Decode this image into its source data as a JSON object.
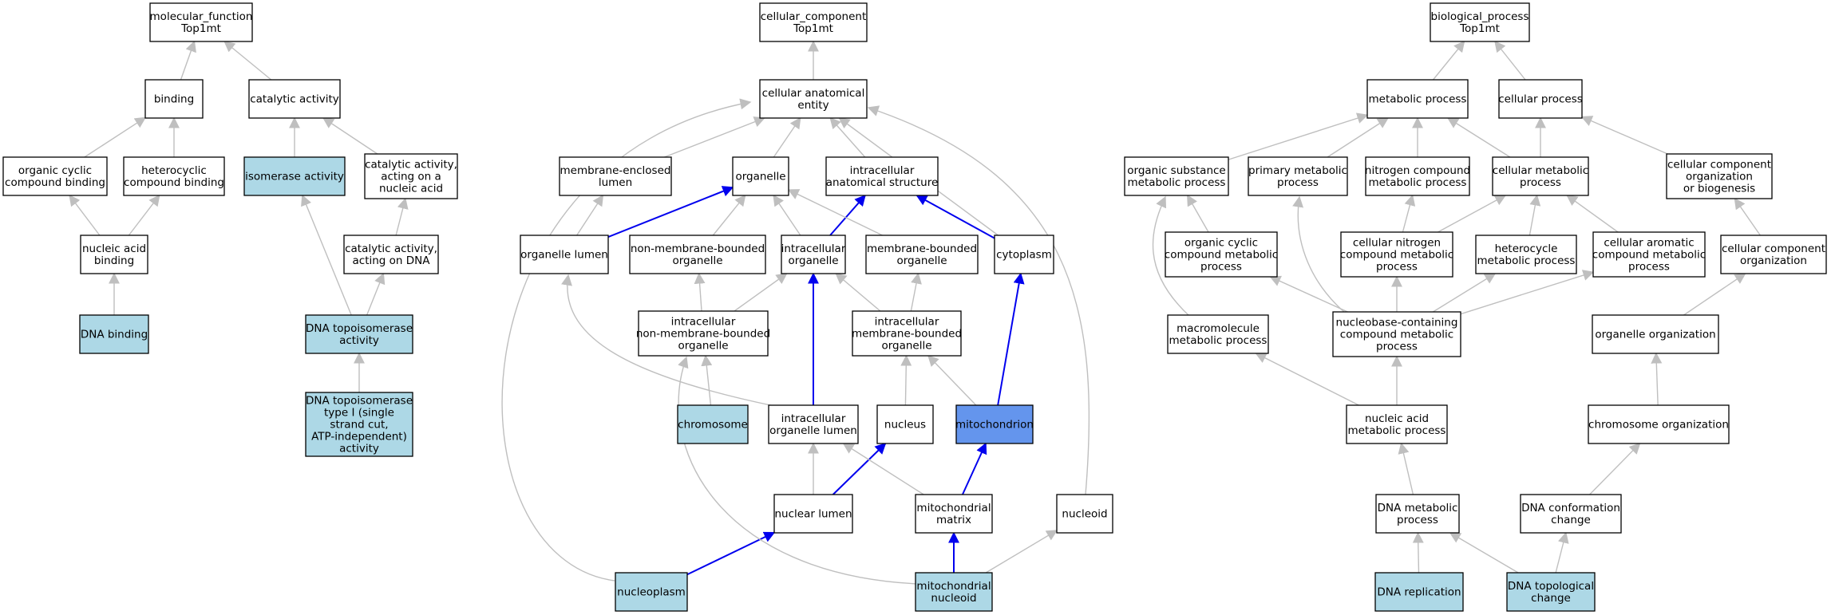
{
  "colors": {
    "node_fill": "#ffffff",
    "highlight_fill": "#add8e6",
    "focus_fill": "#6495ed",
    "edge_gray": "#bfbfbf",
    "edge_blue": "#0000ee",
    "border": "#000000"
  },
  "nodes": [
    {
      "id": "mf",
      "lines": [
        "molecular_function",
        "Top1mt"
      ],
      "fill": "white"
    },
    {
      "id": "binding",
      "lines": [
        "binding"
      ],
      "fill": "white"
    },
    {
      "id": "cat",
      "lines": [
        "catalytic activity"
      ],
      "fill": "white"
    },
    {
      "id": "ocb",
      "lines": [
        "organic cyclic",
        "compound binding"
      ],
      "fill": "white"
    },
    {
      "id": "hcb",
      "lines": [
        "heterocyclic",
        "compound binding"
      ],
      "fill": "white"
    },
    {
      "id": "iso",
      "lines": [
        "isomerase activity"
      ],
      "fill": "light"
    },
    {
      "id": "catna",
      "lines": [
        "catalytic activity,",
        "acting on a",
        "nucleic acid"
      ],
      "fill": "white"
    },
    {
      "id": "nab",
      "lines": [
        "nucleic acid",
        "binding"
      ],
      "fill": "white"
    },
    {
      "id": "catdna",
      "lines": [
        "catalytic activity,",
        "acting on DNA"
      ],
      "fill": "white"
    },
    {
      "id": "dnab",
      "lines": [
        "DNA binding"
      ],
      "fill": "light"
    },
    {
      "id": "topo",
      "lines": [
        "DNA topoisomerase",
        "activity"
      ],
      "fill": "light"
    },
    {
      "id": "topo1",
      "lines": [
        "DNA topoisomerase",
        "type I (single",
        "strand cut,",
        "ATP-independent)",
        "activity"
      ],
      "fill": "light"
    },
    {
      "id": "cc",
      "lines": [
        "cellular_component",
        "Top1mt"
      ],
      "fill": "white"
    },
    {
      "id": "cae",
      "lines": [
        "cellular anatomical",
        "entity"
      ],
      "fill": "white"
    },
    {
      "id": "mel",
      "lines": [
        "membrane-enclosed",
        "lumen"
      ],
      "fill": "white"
    },
    {
      "id": "org",
      "lines": [
        "organelle"
      ],
      "fill": "white"
    },
    {
      "id": "ias",
      "lines": [
        "intracellular",
        "anatomical structure"
      ],
      "fill": "white"
    },
    {
      "id": "orgl",
      "lines": [
        "organelle lumen"
      ],
      "fill": "white"
    },
    {
      "id": "nmbo",
      "lines": [
        "non-membrane-bounded",
        "organelle"
      ],
      "fill": "white"
    },
    {
      "id": "io",
      "lines": [
        "intracellular",
        "organelle"
      ],
      "fill": "white"
    },
    {
      "id": "mbo",
      "lines": [
        "membrane-bounded",
        "organelle"
      ],
      "fill": "white"
    },
    {
      "id": "cyto",
      "lines": [
        "cytoplasm"
      ],
      "fill": "white"
    },
    {
      "id": "inmbo",
      "lines": [
        "intracellular",
        "non-membrane-bounded",
        "organelle"
      ],
      "fill": "white"
    },
    {
      "id": "imbo",
      "lines": [
        "intracellular",
        "membrane-bounded",
        "organelle"
      ],
      "fill": "white"
    },
    {
      "id": "chrom",
      "lines": [
        "chromosome"
      ],
      "fill": "light"
    },
    {
      "id": "iol",
      "lines": [
        "intracellular",
        "organelle lumen"
      ],
      "fill": "white"
    },
    {
      "id": "nuc",
      "lines": [
        "nucleus"
      ],
      "fill": "white"
    },
    {
      "id": "mito",
      "lines": [
        "mitochondrion"
      ],
      "fill": "focus"
    },
    {
      "id": "nl",
      "lines": [
        "nuclear lumen"
      ],
      "fill": "white"
    },
    {
      "id": "mm",
      "lines": [
        "mitochondrial",
        "matrix"
      ],
      "fill": "white"
    },
    {
      "id": "nucleoid",
      "lines": [
        "nucleoid"
      ],
      "fill": "white"
    },
    {
      "id": "np",
      "lines": [
        "nucleoplasm"
      ],
      "fill": "light"
    },
    {
      "id": "mn",
      "lines": [
        "mitochondrial",
        "nucleoid"
      ],
      "fill": "light"
    },
    {
      "id": "bp",
      "lines": [
        "biological_process",
        "Top1mt"
      ],
      "fill": "white"
    },
    {
      "id": "mp",
      "lines": [
        "metabolic process"
      ],
      "fill": "white"
    },
    {
      "id": "cp",
      "lines": [
        "cellular process"
      ],
      "fill": "white"
    },
    {
      "id": "osmp",
      "lines": [
        "organic substance",
        "metabolic process"
      ],
      "fill": "white"
    },
    {
      "id": "pmp",
      "lines": [
        "primary metabolic",
        "process"
      ],
      "fill": "white"
    },
    {
      "id": "ncmp",
      "lines": [
        "nitrogen compound",
        "metabolic process"
      ],
      "fill": "white"
    },
    {
      "id": "cmp",
      "lines": [
        "cellular metabolic",
        "process"
      ],
      "fill": "white"
    },
    {
      "id": "ccob",
      "lines": [
        "cellular component",
        "organization",
        "or biogenesis"
      ],
      "fill": "white"
    },
    {
      "id": "occmp",
      "lines": [
        "organic cyclic",
        "compound metabolic",
        "process"
      ],
      "fill": "white"
    },
    {
      "id": "cncmp",
      "lines": [
        "cellular nitrogen",
        "compound metabolic",
        "process"
      ],
      "fill": "white"
    },
    {
      "id": "hmp",
      "lines": [
        "heterocycle",
        "metabolic process"
      ],
      "fill": "white"
    },
    {
      "id": "cacmp",
      "lines": [
        "cellular aromatic",
        "compound metabolic",
        "process"
      ],
      "fill": "white"
    },
    {
      "id": "cco",
      "lines": [
        "cellular component",
        "organization"
      ],
      "fill": "white"
    },
    {
      "id": "mmp",
      "lines": [
        "macromolecule",
        "metabolic process"
      ],
      "fill": "white"
    },
    {
      "id": "nbcmp",
      "lines": [
        "nucleobase-containing",
        "compound metabolic",
        "process"
      ],
      "fill": "white"
    },
    {
      "id": "oo",
      "lines": [
        "organelle organization"
      ],
      "fill": "white"
    },
    {
      "id": "namp",
      "lines": [
        "nucleic acid",
        "metabolic process"
      ],
      "fill": "white"
    },
    {
      "id": "co",
      "lines": [
        "chromosome organization"
      ],
      "fill": "white"
    },
    {
      "id": "dmp",
      "lines": [
        "DNA metabolic",
        "process"
      ],
      "fill": "white"
    },
    {
      "id": "dcc",
      "lines": [
        "DNA conformation",
        "change"
      ],
      "fill": "white"
    },
    {
      "id": "drep",
      "lines": [
        "DNA replication"
      ],
      "fill": "light"
    },
    {
      "id": "dtop",
      "lines": [
        "DNA topological",
        "change"
      ],
      "fill": "light"
    }
  ],
  "edges": [
    {
      "from": "binding",
      "to": "mf",
      "color": "gray"
    },
    {
      "from": "cat",
      "to": "mf",
      "color": "gray"
    },
    {
      "from": "ocb",
      "to": "binding",
      "color": "gray"
    },
    {
      "from": "hcb",
      "to": "binding",
      "color": "gray"
    },
    {
      "from": "iso",
      "to": "cat",
      "color": "gray"
    },
    {
      "from": "catna",
      "to": "cat",
      "color": "gray"
    },
    {
      "from": "nab",
      "to": "ocb",
      "color": "gray"
    },
    {
      "from": "nab",
      "to": "hcb",
      "color": "gray"
    },
    {
      "from": "catdna",
      "to": "catna",
      "color": "gray"
    },
    {
      "from": "dnab",
      "to": "nab",
      "color": "gray"
    },
    {
      "from": "topo",
      "to": "iso",
      "color": "gray"
    },
    {
      "from": "topo",
      "to": "catdna",
      "color": "gray"
    },
    {
      "from": "topo1",
      "to": "topo",
      "color": "gray"
    },
    {
      "from": "cae",
      "to": "cc",
      "color": "gray"
    },
    {
      "from": "mel",
      "to": "cae",
      "color": "gray"
    },
    {
      "from": "org",
      "to": "cae",
      "color": "gray"
    },
    {
      "from": "ias",
      "to": "cae",
      "color": "gray"
    },
    {
      "from": "cyto",
      "to": "cae",
      "color": "gray"
    },
    {
      "from": "orgl",
      "to": "mel",
      "color": "gray"
    },
    {
      "from": "orgl",
      "to": "org",
      "color": "blue"
    },
    {
      "from": "nmbo",
      "to": "org",
      "color": "gray"
    },
    {
      "from": "io",
      "to": "org",
      "color": "gray"
    },
    {
      "from": "io",
      "to": "ias",
      "color": "blue"
    },
    {
      "from": "mbo",
      "to": "org",
      "color": "gray"
    },
    {
      "from": "cyto",
      "to": "ias",
      "color": "blue"
    },
    {
      "from": "inmbo",
      "to": "nmbo",
      "color": "gray"
    },
    {
      "from": "inmbo",
      "to": "io",
      "color": "gray"
    },
    {
      "from": "imbo",
      "to": "io",
      "color": "gray"
    },
    {
      "from": "imbo",
      "to": "mbo",
      "color": "gray"
    },
    {
      "from": "chrom",
      "to": "inmbo",
      "color": "gray"
    },
    {
      "from": "iol",
      "to": "io",
      "color": "blue"
    },
    {
      "from": "nuc",
      "to": "imbo",
      "color": "gray"
    },
    {
      "from": "mito",
      "to": "imbo",
      "color": "gray"
    },
    {
      "from": "mito",
      "to": "cyto",
      "color": "blue"
    },
    {
      "from": "nl",
      "to": "iol",
      "color": "gray"
    },
    {
      "from": "nl",
      "to": "nuc",
      "color": "blue"
    },
    {
      "from": "mm",
      "to": "iol",
      "color": "gray"
    },
    {
      "from": "mm",
      "to": "mito",
      "color": "blue"
    },
    {
      "from": "np",
      "to": "nl",
      "color": "blue"
    },
    {
      "from": "mn",
      "to": "mm",
      "color": "blue"
    },
    {
      "from": "mn",
      "to": "nucleoid",
      "color": "gray"
    },
    {
      "from": "mp",
      "to": "bp",
      "color": "gray"
    },
    {
      "from": "cp",
      "to": "bp",
      "color": "gray"
    },
    {
      "from": "osmp",
      "to": "mp",
      "color": "gray"
    },
    {
      "from": "pmp",
      "to": "mp",
      "color": "gray"
    },
    {
      "from": "ncmp",
      "to": "mp",
      "color": "gray"
    },
    {
      "from": "cmp",
      "to": "mp",
      "color": "gray"
    },
    {
      "from": "cmp",
      "to": "cp",
      "color": "gray"
    },
    {
      "from": "ccob",
      "to": "cp",
      "color": "gray"
    },
    {
      "from": "occmp",
      "to": "osmp",
      "color": "gray"
    },
    {
      "from": "cncmp",
      "to": "ncmp",
      "color": "gray"
    },
    {
      "from": "cncmp",
      "to": "cmp",
      "color": "gray"
    },
    {
      "from": "hmp",
      "to": "cmp",
      "color": "gray"
    },
    {
      "from": "cacmp",
      "to": "cmp",
      "color": "gray"
    },
    {
      "from": "cco",
      "to": "ccob",
      "color": "gray"
    },
    {
      "from": "nbcmp",
      "to": "occmp",
      "color": "gray"
    },
    {
      "from": "nbcmp",
      "to": "cncmp",
      "color": "gray"
    },
    {
      "from": "nbcmp",
      "to": "hmp",
      "color": "gray"
    },
    {
      "from": "nbcmp",
      "to": "cacmp",
      "color": "gray"
    },
    {
      "from": "oo",
      "to": "cco",
      "color": "gray"
    },
    {
      "from": "namp",
      "to": "mmp",
      "color": "gray"
    },
    {
      "from": "namp",
      "to": "nbcmp",
      "color": "gray"
    },
    {
      "from": "co",
      "to": "oo",
      "color": "gray"
    },
    {
      "from": "dmp",
      "to": "namp",
      "color": "gray"
    },
    {
      "from": "dcc",
      "to": "co",
      "color": "gray"
    },
    {
      "from": "drep",
      "to": "dmp",
      "color": "gray"
    },
    {
      "from": "dtop",
      "to": "dmp",
      "color": "gray"
    },
    {
      "from": "dtop",
      "to": "dcc",
      "color": "gray"
    }
  ]
}
